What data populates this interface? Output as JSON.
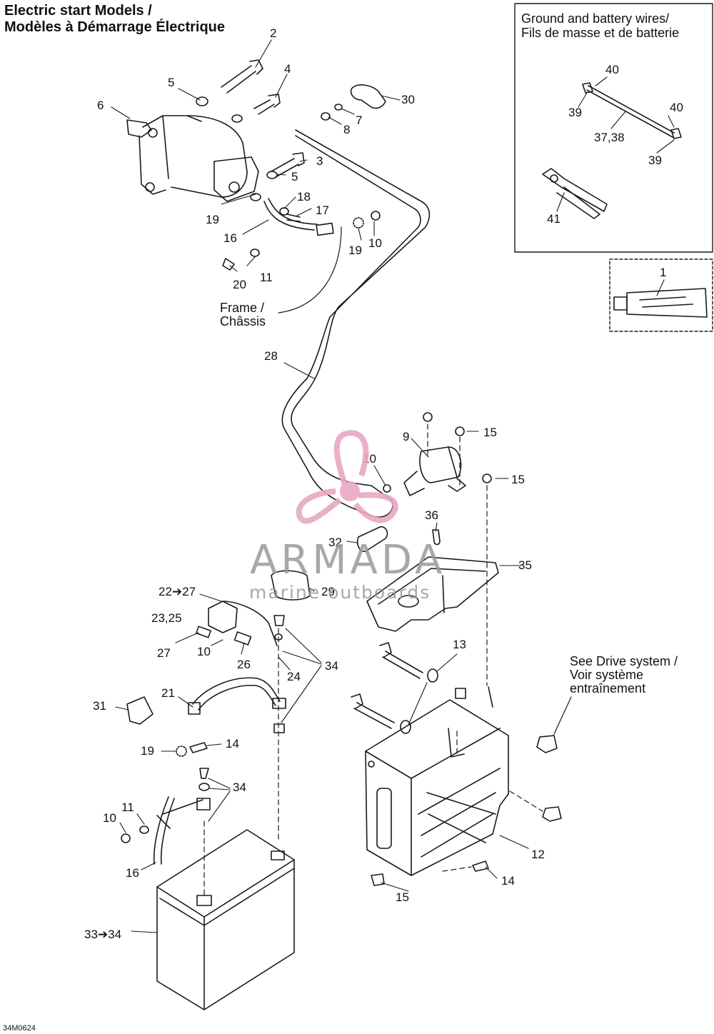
{
  "title": {
    "line1": "Electric start Models /",
    "line2": "Modèles à Démarrage Électrique"
  },
  "inset": {
    "line1": "Ground and battery wires/",
    "line2": "Fils de masse et de batterie"
  },
  "notes": {
    "frame_line1": "Frame /",
    "frame_line2": "Châssis",
    "drive_line1": "See Drive system /",
    "drive_line2": "Voir système",
    "drive_line3": "entraînement"
  },
  "watermark": {
    "name": "ARMADA",
    "tagline": "marine outboards",
    "color": "#e8a7c4"
  },
  "drawing_code": "34M0624",
  "callouts": [
    {
      "id": "c1",
      "text": "1"
    },
    {
      "id": "c2",
      "text": "2"
    },
    {
      "id": "c3",
      "text": "3"
    },
    {
      "id": "c4",
      "text": "4"
    },
    {
      "id": "c5a",
      "text": "5"
    },
    {
      "id": "c5b",
      "text": "5"
    },
    {
      "id": "c6",
      "text": "6"
    },
    {
      "id": "c7",
      "text": "7"
    },
    {
      "id": "c8",
      "text": "8"
    },
    {
      "id": "c9",
      "text": "9"
    },
    {
      "id": "c10a",
      "text": "10"
    },
    {
      "id": "c10b",
      "text": "10"
    },
    {
      "id": "c10c",
      "text": "10"
    },
    {
      "id": "c10d",
      "text": "10"
    },
    {
      "id": "c11a",
      "text": "11"
    },
    {
      "id": "c11b",
      "text": "11"
    },
    {
      "id": "c12",
      "text": "12"
    },
    {
      "id": "c13",
      "text": "13"
    },
    {
      "id": "c14a",
      "text": "14"
    },
    {
      "id": "c14b",
      "text": "14"
    },
    {
      "id": "c15a",
      "text": "15"
    },
    {
      "id": "c15b",
      "text": "15"
    },
    {
      "id": "c15c",
      "text": "15"
    },
    {
      "id": "c16a",
      "text": "16"
    },
    {
      "id": "c16b",
      "text": "16"
    },
    {
      "id": "c17",
      "text": "17"
    },
    {
      "id": "c18",
      "text": "18"
    },
    {
      "id": "c19a",
      "text": "19"
    },
    {
      "id": "c19b",
      "text": "19"
    },
    {
      "id": "c19c",
      "text": "19"
    },
    {
      "id": "c20",
      "text": "20"
    },
    {
      "id": "c21",
      "text": "21"
    },
    {
      "id": "c22",
      "text": "22➔27"
    },
    {
      "id": "c23",
      "text": "23,25"
    },
    {
      "id": "c24",
      "text": "24"
    },
    {
      "id": "c26",
      "text": "26"
    },
    {
      "id": "c27",
      "text": "27"
    },
    {
      "id": "c28",
      "text": "28"
    },
    {
      "id": "c29",
      "text": "29"
    },
    {
      "id": "c30",
      "text": "30"
    },
    {
      "id": "c31",
      "text": "31"
    },
    {
      "id": "c32",
      "text": "32"
    },
    {
      "id": "c33",
      "text": "33➔34"
    },
    {
      "id": "c34a",
      "text": "34"
    },
    {
      "id": "c34b",
      "text": "34"
    },
    {
      "id": "c35",
      "text": "35"
    },
    {
      "id": "c36",
      "text": "36"
    },
    {
      "id": "c37",
      "text": "37,38"
    },
    {
      "id": "c39a",
      "text": "39"
    },
    {
      "id": "c39b",
      "text": "39"
    },
    {
      "id": "c40a",
      "text": "40"
    },
    {
      "id": "c40b",
      "text": "40"
    },
    {
      "id": "c41",
      "text": "41"
    }
  ]
}
